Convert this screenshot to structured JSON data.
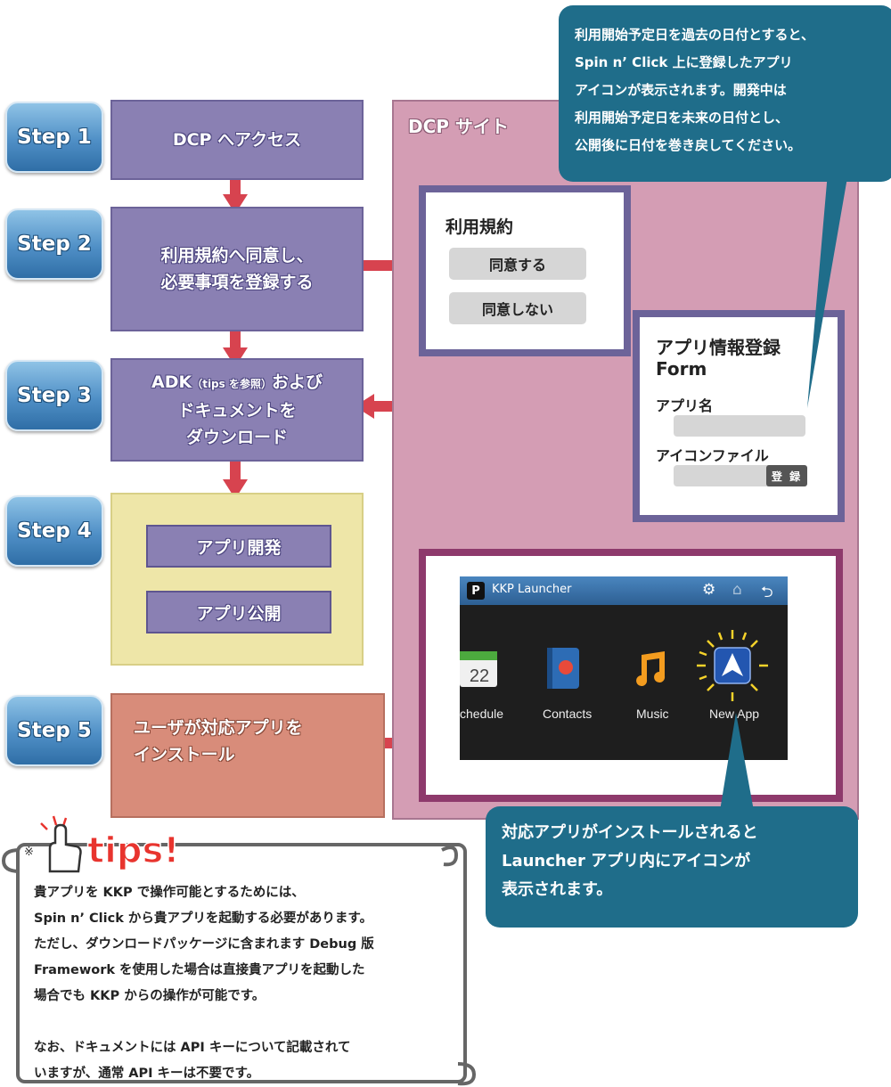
{
  "steps": [
    "Step 1",
    "Step 2",
    "Step 3",
    "Step 4",
    "Step 5"
  ],
  "step1_box": "DCP へアクセス",
  "step2_box": [
    "利用規約へ同意し、",
    "必要事項を登録する"
  ],
  "step3_box": {
    "adk": "ADK",
    "tips_ref": "（tips を参照）",
    "after": "および",
    "line2": "ドキュメントを",
    "line3": "ダウンロード"
  },
  "step4_buttons": [
    "アプリ開発",
    "アプリ公開"
  ],
  "step5_box": [
    "ユーザが対応アプリを",
    "インストール"
  ],
  "dcp_site_title": "DCP サイト",
  "terms": {
    "title": "利用規約",
    "agree": "同意する",
    "disagree": "同意しない"
  },
  "form": {
    "title_line1": "アプリ情報登録",
    "title_line2": "Form",
    "app_name_label": "アプリ名",
    "icon_file_label": "アイコンファイル",
    "register_button": "登 録"
  },
  "launcher": {
    "title": "KKP Launcher",
    "logo": "P",
    "apps": [
      {
        "label": "chedule",
        "icon": "calendar-icon",
        "number": "22"
      },
      {
        "label": "Contacts",
        "icon": "contacts-book-icon"
      },
      {
        "label": "Music",
        "icon": "music-note-icon"
      },
      {
        "label": "New App",
        "icon": "navigation-arrow-icon"
      }
    ]
  },
  "callout_top": [
    "利用開始予定日を過去の日付とすると、",
    "Spin n’ Click 上に登録したアプリ",
    "アイコンが表示されます。開発中は",
    "利用開始予定日を未来の日付とし、",
    "公開後に日付を巻き戻してください。"
  ],
  "callout_bottom": [
    "対応アプリがインストールされると",
    "Launcher アプリ内にアイコンが",
    "表示されます。"
  ],
  "tips": {
    "asterisk": "※",
    "badge": "tips!",
    "paragraph1": [
      "貴アプリを KKP で操作可能とするためには、",
      "Spin n’ Click から貴アプリを起動する必要があります。",
      "ただし、ダウンロードパッケージに含まれます Debug 版",
      "Framework を使用した場合は直接貴アプリを起動した",
      "場合でも KKP からの操作が可能です。"
    ],
    "paragraph2": [
      "なお、ドキュメントには API キーについて記載されて",
      "いますが、通常 API キーは不要です。"
    ]
  },
  "colors": {
    "step_badge": "#4f8fc6",
    "purple_box": "#8a80b3",
    "yellow_box": "#eee6a8",
    "orange_box": "#d88c7a",
    "dcp_bg": "#d49db4",
    "arrow": "#d7434f",
    "callout": "#1f6d8a"
  }
}
